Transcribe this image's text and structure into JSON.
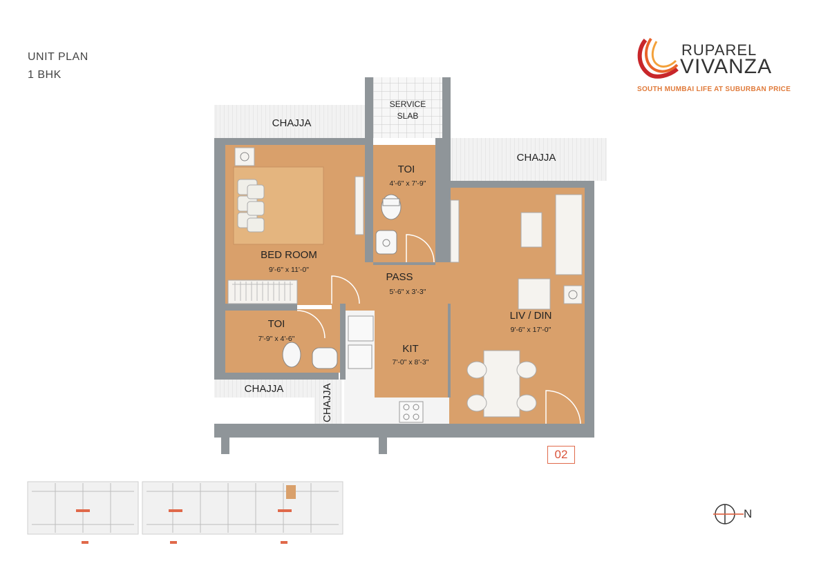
{
  "header": {
    "line1": "UNIT PLAN",
    "line2": "1 BHK"
  },
  "brand": {
    "name_top": "RUPAREL",
    "name_bottom": "VIVANZA",
    "tagline": "SOUTH MUMBAI LIFE AT SUBURBAN PRICE"
  },
  "rooms": {
    "service_slab": {
      "line1": "SERVICE",
      "line2": "SLAB"
    },
    "chajja_top_left": "CHAJJA",
    "chajja_top_right": "CHAJJA",
    "chajja_bottom": "CHAJJA",
    "chajja_side": "CHAJJA",
    "toi_upper": {
      "name": "TOI",
      "dim": "4'-6\" x 7'-9\""
    },
    "bedroom": {
      "name": "BED ROOM",
      "dim": "9'-6\" x 11'-0\""
    },
    "pass": {
      "name": "PASS",
      "dim": "5'-6\" x 3'-3\""
    },
    "toi_lower": {
      "name": "TOI",
      "dim": "7'-9\" x 4'-6\""
    },
    "kit": {
      "name": "KIT",
      "dim": "7'-0\" x 8'-3\""
    },
    "livdin": {
      "name": "LIV / DIN",
      "dim": "9'-6\" x 17'-0\""
    }
  },
  "unit_number": "02",
  "compass_label": "N",
  "colors": {
    "floor": "#d9a06b",
    "wall": "#8f9599",
    "chajja": "#ececec",
    "accent": "#e0694a"
  }
}
